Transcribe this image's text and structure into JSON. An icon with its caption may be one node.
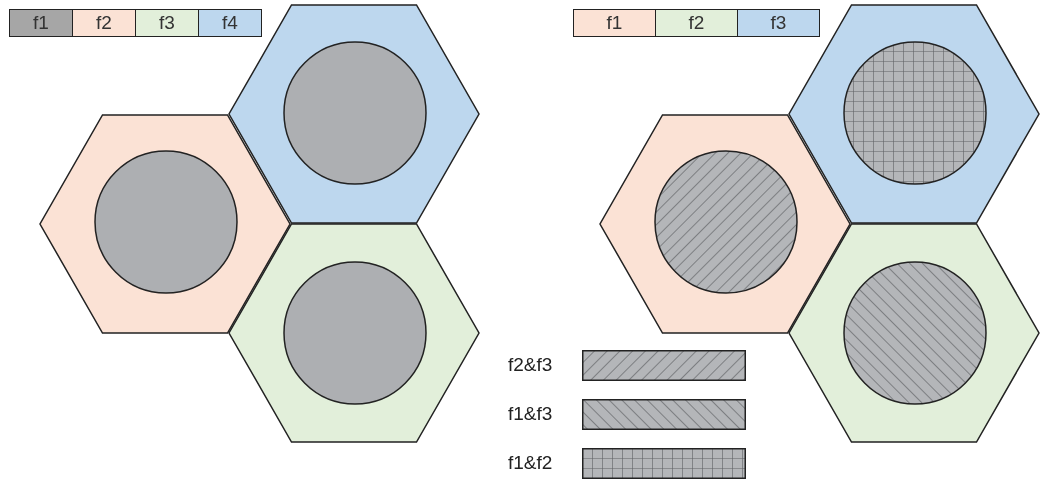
{
  "diagram": {
    "nodes": [
      {
        "text": [],
        "shape": "hexagon"
      },
      {
        "text": [],
        "shape": "circle",
        "in": 0
      },
      {
        "text": [],
        "shape": "hexagon"
      },
      {
        "text": [],
        "shape": "circle",
        "in": 2
      },
      {
        "text": [],
        "shape": "hexagon"
      },
      {
        "text": [],
        "shape": "circle",
        "in": 4
      },
      {
        "text": [],
        "shape": "hexagon"
      },
      {
        "text": [],
        "shape": "circle",
        "in": 6
      },
      {
        "text": [],
        "shape": "hexagon"
      },
      {
        "text": [],
        "shape": "circle",
        "in": 8
      },
      {
        "text": [],
        "shape": "hexagon"
      },
      {
        "text": [],
        "shape": "circle",
        "in": 10
      }
    ],
    "legend": [
      {
        "text": "f1",
        "color": "#a6a6a6"
      },
      {
        "text": "f2",
        "color": "#fbe2d5"
      },
      {
        "text": "f3",
        "color": "#e2efda"
      },
      {
        "text": "f4",
        "color": "#bdd7ee"
      },
      {
        "text": "f1",
        "color": "#fbe2d5"
      },
      {
        "text": "f2",
        "color": "#e2efda"
      },
      {
        "text": "f3",
        "color": "#bdd7ee"
      },
      {
        "text": "f2&f3"
      },
      {
        "text": "f1&f3"
      },
      {
        "text": "f1&f2"
      }
    ]
  }
}
